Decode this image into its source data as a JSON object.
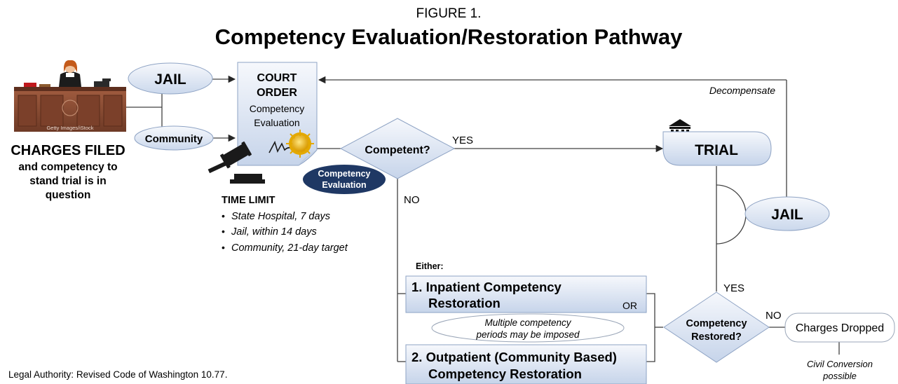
{
  "figure": {
    "label": "FIGURE 1.",
    "title": "Competency Evaluation/Restoration Pathway"
  },
  "start": {
    "image_credit": "Getty Images/iStock",
    "heading": "CHARGES FILED",
    "lines": [
      "and competency to",
      "stand trial is in",
      "question"
    ]
  },
  "origins": {
    "jail": "JAIL",
    "community": "Community"
  },
  "court_order": {
    "line1": "COURT",
    "line2": "ORDER",
    "line3": "Competency",
    "line4": "Evaluation"
  },
  "competency_eval_badge": {
    "line1": "Competency",
    "line2": "Evaluation"
  },
  "time_limit": {
    "heading": "TIME LIMIT",
    "items": [
      "State Hospital, 7 days",
      "Jail, within 14 days",
      "Community, 21-day target"
    ]
  },
  "decision_competent": {
    "label": "Competent?",
    "yes": "YES",
    "no": "NO"
  },
  "trial": {
    "label": "TRIAL"
  },
  "decompensate": "Decompensate",
  "jail_trial": "JAIL",
  "restoration": {
    "either": "Either:",
    "option1_line1": "1. Inpatient Competency",
    "option1_line2": "Restoration",
    "or": "OR",
    "note_line1": "Multiple competency",
    "note_line2": "periods may be imposed",
    "option2_line1": "2. Outpatient (Community Based)",
    "option2_line2": "Competency Restoration"
  },
  "decision_restored": {
    "line1": "Competency",
    "line2": "Restored?",
    "yes": "YES",
    "no": "NO"
  },
  "charges_dropped": "Charges Dropped",
  "civil_conversion": {
    "line1": "Civil Conversion",
    "line2": "possible"
  },
  "legal_authority": "Legal Authority: Revised Code of Washington 10.77.",
  "colors": {
    "box_fill_top": "#f4f7fc",
    "box_fill_bottom": "#c9d6eb",
    "line": "#404040",
    "dark_badge": "#1f3864",
    "wood": "#8a4a32"
  }
}
